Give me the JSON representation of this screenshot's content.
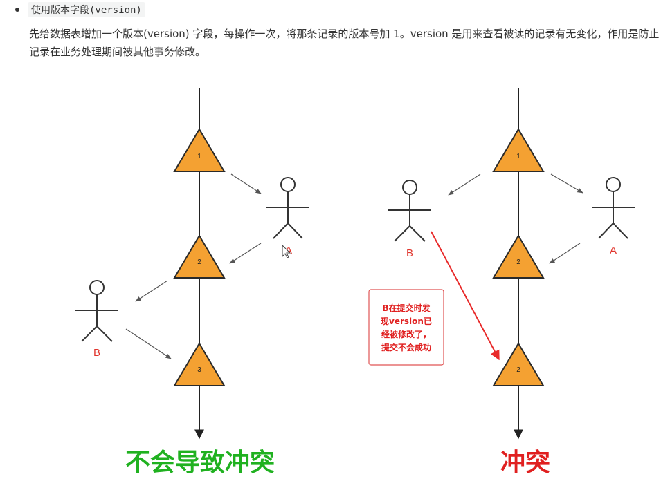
{
  "bullet": {
    "code": "使用版本字段(version)"
  },
  "paragraph": "先给数据表增加一个版本(version) 字段，每操作一次，将那条记录的版本号加 1。version 是用来查看被读的记录有无变化，作用是防止记录在业务处理期间被其他事务修改。",
  "left_diagram": {
    "nodes": [
      "1",
      "2",
      "3"
    ],
    "actor_a": "A",
    "actor_b": "B",
    "caption": "不会导致冲突"
  },
  "right_diagram": {
    "nodes": [
      "1",
      "2",
      "2"
    ],
    "actor_a": "A",
    "actor_b": "B",
    "note_lines": [
      "B在提交时发",
      "现version已",
      "经被修改了，",
      "提交不会成功"
    ],
    "caption": "冲突"
  },
  "colors": {
    "triangle_fill": "#f4a132",
    "triangle_stroke": "#2a2a2a",
    "caption_ok": "#20b120",
    "caption_conflict": "#e02020",
    "actor_label": "#e0352d",
    "note_border": "#e05555",
    "note_text": "#e02020",
    "red_arrow": "#e82a2a"
  }
}
